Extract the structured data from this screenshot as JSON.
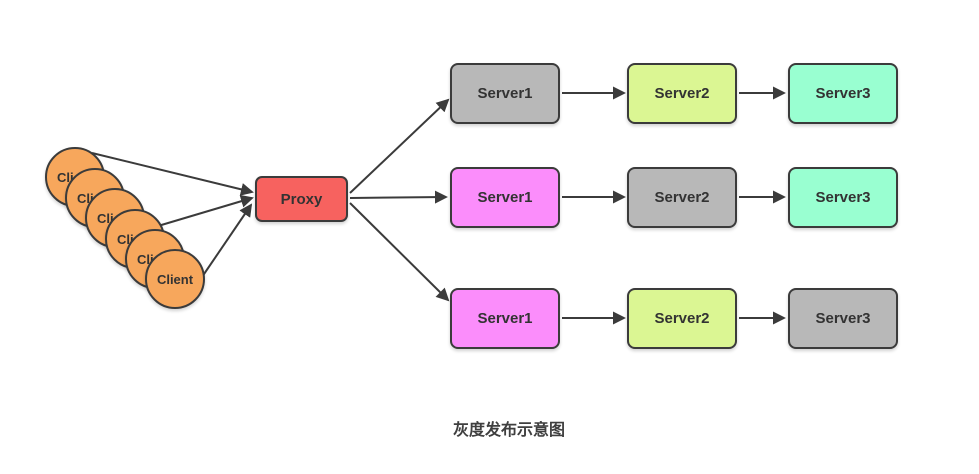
{
  "diagram": {
    "caption": "灰度发布示意图",
    "colors": {
      "client_fill": "#F7A75C",
      "proxy_fill": "#F7625F",
      "gray_fill": "#B8B8B8",
      "green_fill": "#DBF693",
      "mint_fill": "#99FFD1",
      "magenta_fill": "#FB8DFB",
      "stroke": "#3B3B3B",
      "text": "#333333"
    },
    "clients": {
      "label": "Client",
      "count": 6,
      "color": "client"
    },
    "proxy": {
      "label": "Proxy",
      "color": "proxy"
    },
    "rows": [
      {
        "servers": [
          {
            "label": "Server1",
            "color": "gray"
          },
          {
            "label": "Server2",
            "color": "green"
          },
          {
            "label": "Server3",
            "color": "mint"
          }
        ]
      },
      {
        "servers": [
          {
            "label": "Server1",
            "color": "magenta"
          },
          {
            "label": "Server2",
            "color": "gray"
          },
          {
            "label": "Server3",
            "color": "mint"
          }
        ]
      },
      {
        "servers": [
          {
            "label": "Server1",
            "color": "magenta"
          },
          {
            "label": "Server2",
            "color": "green"
          },
          {
            "label": "Server3",
            "color": "gray"
          }
        ]
      }
    ]
  }
}
